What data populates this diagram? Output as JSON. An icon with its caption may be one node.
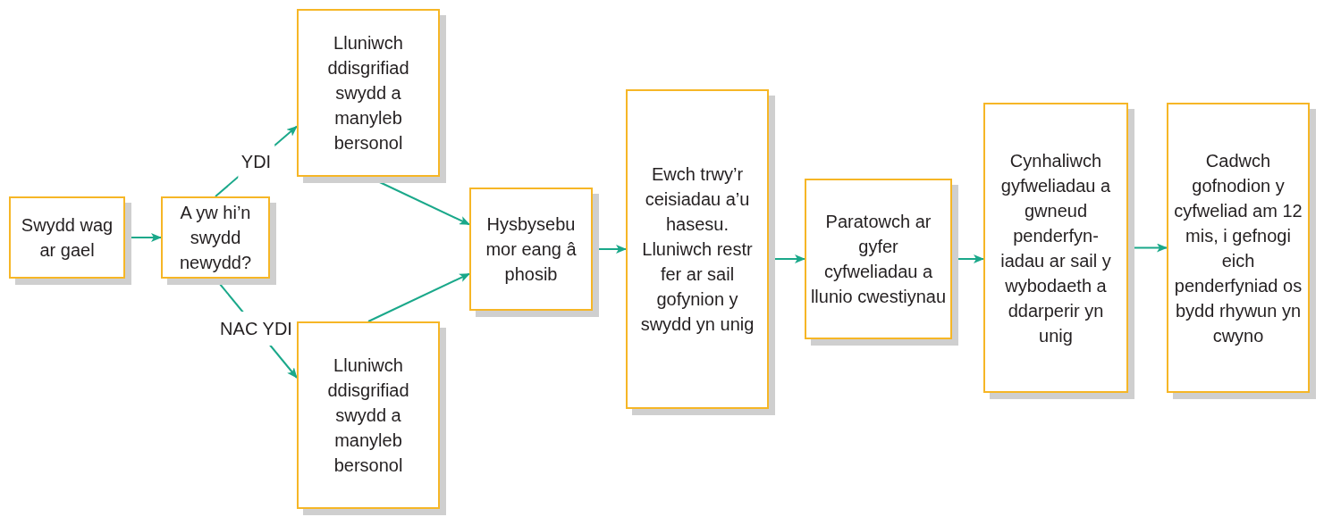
{
  "diagram": {
    "nodes": [
      {
        "text": [
          "Swydd wag ar gael"
        ]
      },
      {
        "text": [
          "A yw hi’n swydd newydd?"
        ]
      },
      {
        "text": [
          "Lluniwch ddisgrifiad swydd a manyleb bersonol"
        ]
      },
      {
        "text": [
          "Lluniwch ddisgrifiad swydd a manyleb bersonol"
        ]
      },
      {
        "text": [
          "Hysbysebu mor eang â phosib"
        ]
      },
      {
        "text": [
          "Ewch trwy’r ceisiadau a’u hasesu. Lluniwch restr fer ar sail gofynion y swydd yn unig"
        ]
      },
      {
        "text": [
          "Paratowch ar gyfer cyfweliadau a llunio cwestiynau"
        ]
      },
      {
        "text": [
          "Cynhaliwch gyfweliadau a gwneud penderfyn- iadau ar sail y wybodaeth a ddarperir yn unig"
        ]
      },
      {
        "text": [
          "Cadwch gofnodion y cyfweliad am 12 mis, i gefnogi eich penderfyniad os bydd rhywun yn cwyno"
        ]
      }
    ],
    "edges": [
      {
        "from": 0,
        "to": 1,
        "arrow": "to"
      },
      {
        "from": 1,
        "to": 2,
        "arrow": "to",
        "label": "YDI"
      },
      {
        "from": 1,
        "to": 3,
        "arrow": "to",
        "label": "NAC YDI"
      },
      {
        "from": 2,
        "to": 4,
        "arrow": "to"
      },
      {
        "from": 3,
        "to": 4,
        "arrow": "to"
      },
      {
        "from": 4,
        "to": 5,
        "arrow": "to"
      },
      {
        "from": 5,
        "to": 6,
        "arrow": "to"
      },
      {
        "from": 6,
        "to": 7,
        "arrow": "to"
      },
      {
        "from": 7,
        "to": 8,
        "arrow": "to"
      }
    ]
  }
}
